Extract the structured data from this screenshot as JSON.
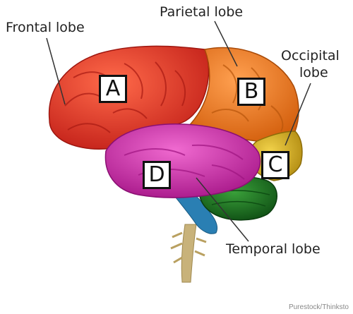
{
  "labels": {
    "frontal": "Frontal lobe",
    "parietal": "Parietal lobe",
    "occipital_line1": "Occipital",
    "occipital_line2": "lobe",
    "temporal": "Temporal lobe"
  },
  "markers": {
    "a": "A",
    "b": "B",
    "c": "C",
    "d": "D"
  },
  "credit": "Purestock/Thinksto",
  "colors": {
    "frontal": "#e8372b",
    "parietal": "#f07a1e",
    "occipital": "#d9b21c",
    "temporal": "#d82fa6",
    "cerebellum": "#1f7a1f",
    "brainstem": "#2a7fb3",
    "spinal_cord": "#c8b27a",
    "leader_line": "#333333"
  }
}
